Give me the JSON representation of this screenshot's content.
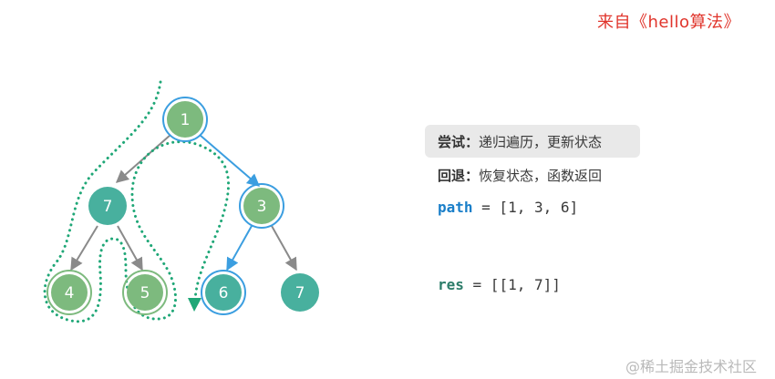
{
  "source_label": "来自《hello算法》",
  "nodes": [
    {
      "id": "n1",
      "label": "1",
      "style": "visited"
    },
    {
      "id": "n2",
      "label": "7",
      "style": "teal"
    },
    {
      "id": "n3",
      "label": "3",
      "style": "path"
    },
    {
      "id": "n4",
      "label": "4",
      "style": "visited-green"
    },
    {
      "id": "n5",
      "label": "5",
      "style": "visited-green"
    },
    {
      "id": "n6",
      "label": "6",
      "style": "path"
    },
    {
      "id": "n7",
      "label": "7",
      "style": "teal"
    }
  ],
  "colors": {
    "teal": "#48b09e",
    "green": "#7dba7e",
    "path_ring": "#3b9ee0",
    "edge_gray": "#8a8a8a",
    "edge_blue": "#3b9ee0",
    "dotted": "#1fa777"
  },
  "info": {
    "try_label": "尝试：",
    "try_text": "递归遍历，更新状态",
    "back_label": "回退：",
    "back_text": "恢复状态，函数返回",
    "path_keyword": "path",
    "path_value": " = [1, 3, 6]",
    "res_keyword": "res",
    "res_value": " = [[1, 7]]"
  },
  "watermark": "@稀土掘金技术社区"
}
